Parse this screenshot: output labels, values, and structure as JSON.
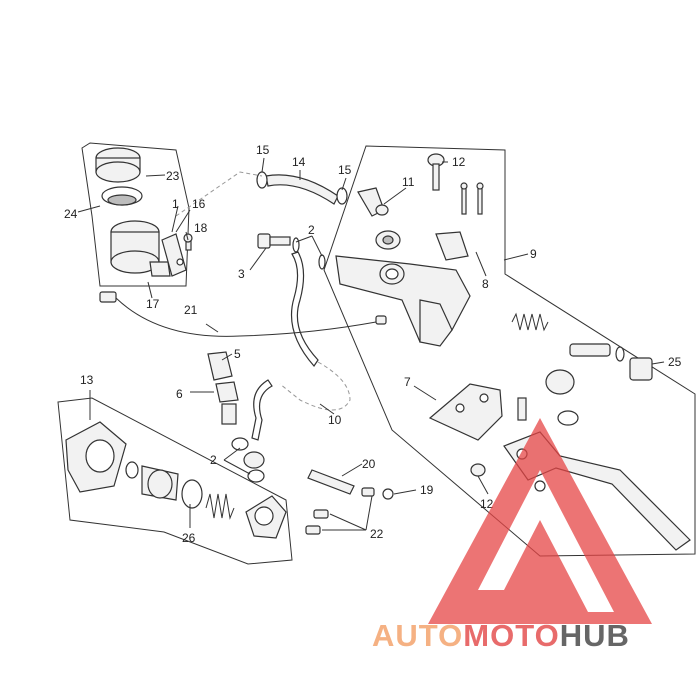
{
  "callouts": {
    "c1": "1",
    "c2a": "2",
    "c2b": "2",
    "c3": "3",
    "c5": "5",
    "c6": "6",
    "c7": "7",
    "c8": "8",
    "c9": "9",
    "c10": "10",
    "c11": "11",
    "c12a": "12",
    "c12b": "12",
    "c13": "13",
    "c14": "14",
    "c15a": "15",
    "c15b": "15",
    "c16": "16",
    "c17": "17",
    "c18": "18",
    "c19": "19",
    "c20": "20",
    "c21": "21",
    "c22": "22",
    "c23": "23",
    "c24": "24",
    "c25": "25",
    "c26": "26"
  },
  "watermark": {
    "brand_part1": "AUTO",
    "brand_part2": "MOTO",
    "brand_part3": "HUB",
    "color_auto": "#f5b183",
    "color_moto": "#e86b6b",
    "color_hub": "#666666",
    "triangle_color": "#e64545"
  }
}
